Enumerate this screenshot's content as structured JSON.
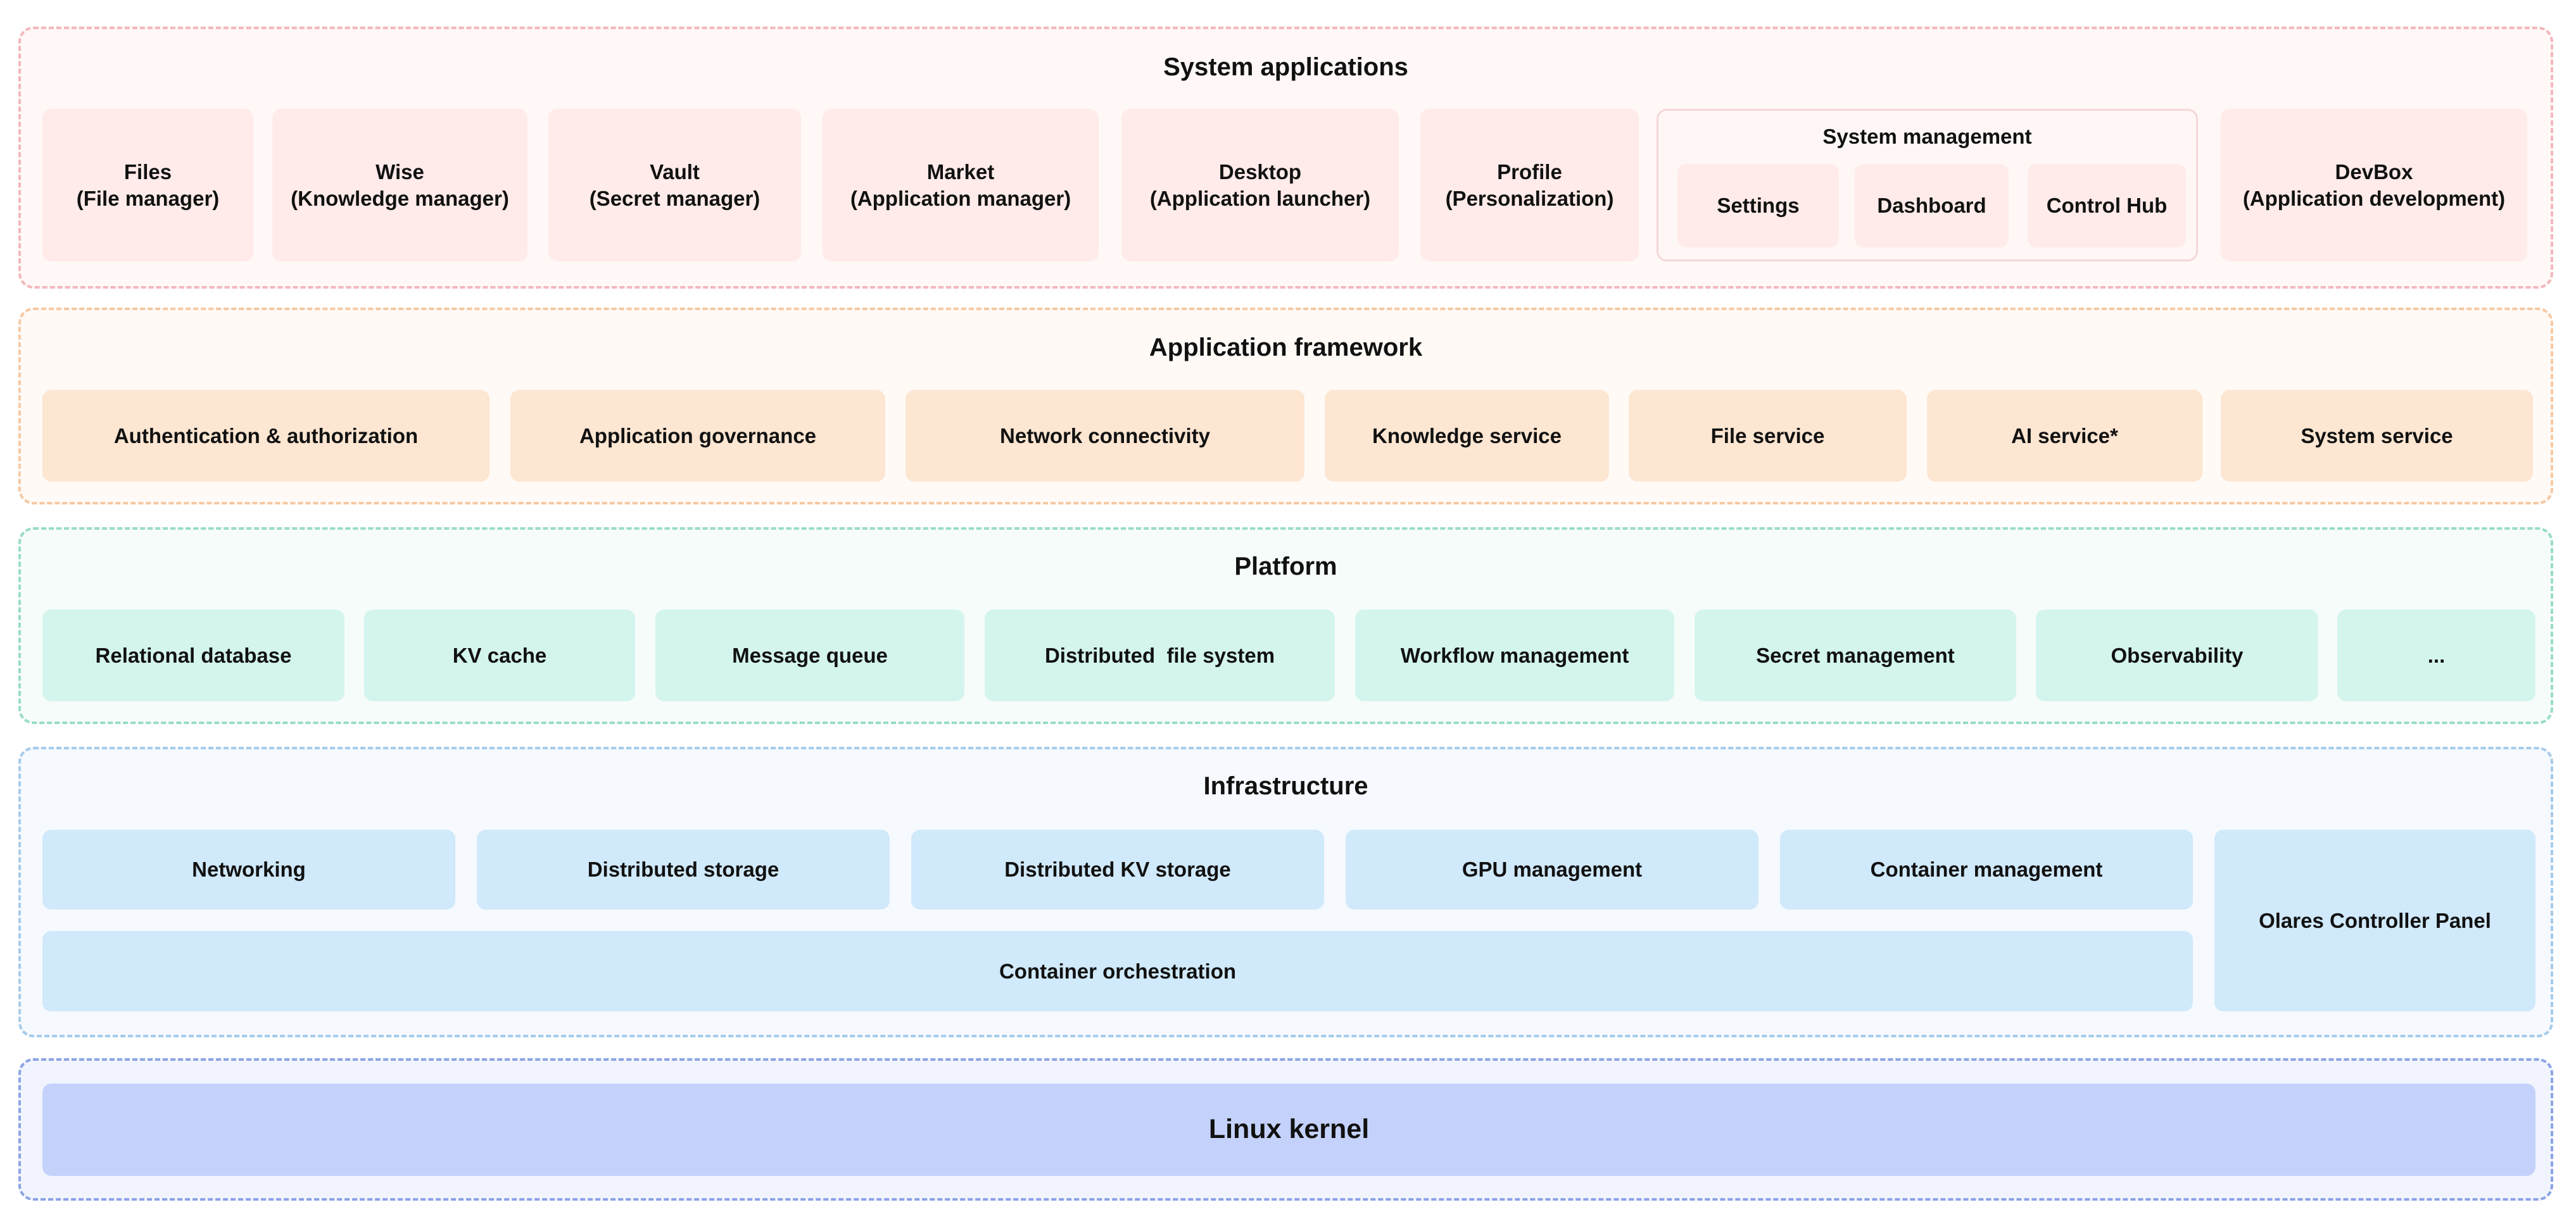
{
  "system_applications": {
    "title": "System applications",
    "apps": [
      {
        "name": "Files",
        "desc": "(File manager)"
      },
      {
        "name": "Wise",
        "desc": "(Knowledge manager)"
      },
      {
        "name": "Vault",
        "desc": "(Secret manager)"
      },
      {
        "name": "Market",
        "desc": "(Application manager)"
      },
      {
        "name": "Desktop",
        "desc": "(Application launcher)"
      },
      {
        "name": "Profile",
        "desc": "(Personalization)"
      }
    ],
    "system_management": {
      "title": "System management",
      "items": [
        "Settings",
        "Dashboard",
        "Control Hub"
      ]
    },
    "devbox": {
      "name": "DevBox",
      "desc": "(Application development)"
    }
  },
  "application_framework": {
    "title": "Application framework",
    "items": [
      "Authentication & authorization",
      "Application governance",
      "Network connectivity",
      "Knowledge service",
      "File service",
      "AI service*",
      "System service"
    ]
  },
  "platform": {
    "title": "Platform",
    "items": [
      "Relational database",
      "KV cache",
      "Message queue",
      "Distributed  file system",
      "Workflow management",
      "Secret management",
      "Observability",
      "..."
    ]
  },
  "infrastructure": {
    "title": "Infrastructure",
    "items": [
      "Networking",
      "Distributed storage",
      "Distributed KV storage",
      "GPU management",
      "Container management"
    ],
    "orchestration": "Container orchestration",
    "controller_panel": "Olares Controller Panel"
  },
  "linux_kernel": {
    "label": "Linux kernel"
  }
}
